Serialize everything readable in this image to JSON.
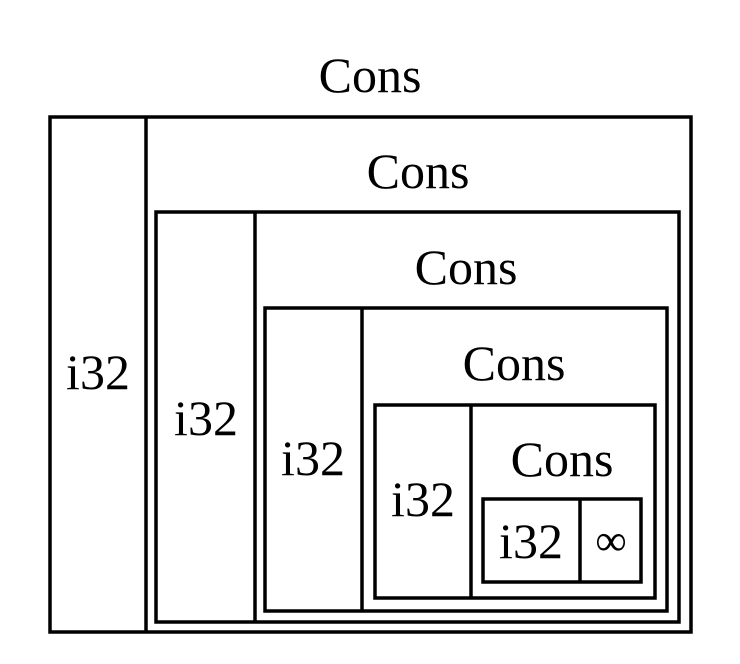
{
  "diagram": {
    "levels": [
      {
        "cons_label": "Cons",
        "value_label": "i32"
      },
      {
        "cons_label": "Cons",
        "value_label": "i32"
      },
      {
        "cons_label": "Cons",
        "value_label": "i32"
      },
      {
        "cons_label": "Cons",
        "value_label": "i32"
      },
      {
        "cons_label": "Cons",
        "value_label": "i32",
        "tail_label": "∞"
      }
    ],
    "colors": {
      "stroke": "#000000",
      "background": "#ffffff"
    }
  }
}
